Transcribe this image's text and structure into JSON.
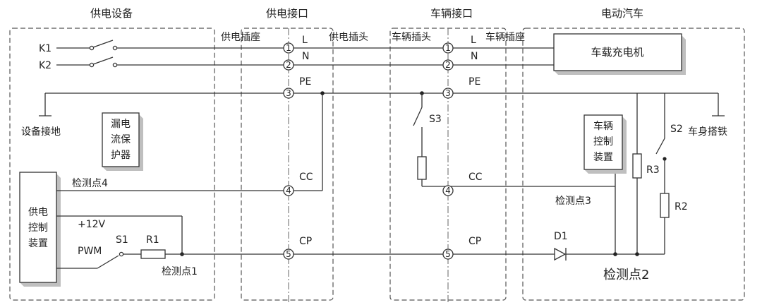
{
  "sections": {
    "supply_equipment": "供电设备",
    "supply_interface": "供电接口",
    "vehicle_interface": "车辆接口",
    "electric_vehicle": "电动汽车"
  },
  "connectors": {
    "supply_socket": "供电插座",
    "supply_plug": "供电插头",
    "vehicle_plug": "车辆插头",
    "vehicle_socket": "车辆插座"
  },
  "lines": {
    "L": "L",
    "N": "N",
    "PE": "PE",
    "CC": "CC",
    "CP": "CP"
  },
  "pins": [
    "1",
    "2",
    "3",
    "4",
    "5"
  ],
  "components": {
    "K1": "K1",
    "K2": "K2",
    "S1": "S1",
    "S2": "S2",
    "S3": "S3",
    "R1": "R1",
    "R2": "R2",
    "R3": "R3",
    "D1": "D1",
    "PWM": "PWM",
    "plus12v": "+12V",
    "onboard_charger": "车载充电机",
    "rcd": [
      "漏电",
      "流保",
      "护器"
    ],
    "supply_controller": [
      "供电",
      "控制",
      "装置"
    ],
    "vehicle_controller": [
      "车辆",
      "控制",
      "装置"
    ],
    "equipment_ground": "设备接地",
    "body_ground": "车身搭铁"
  },
  "test_points": {
    "tp1": "检测点1",
    "tp2": "检测点2",
    "tp3": "检测点3",
    "tp4": "检测点4"
  }
}
